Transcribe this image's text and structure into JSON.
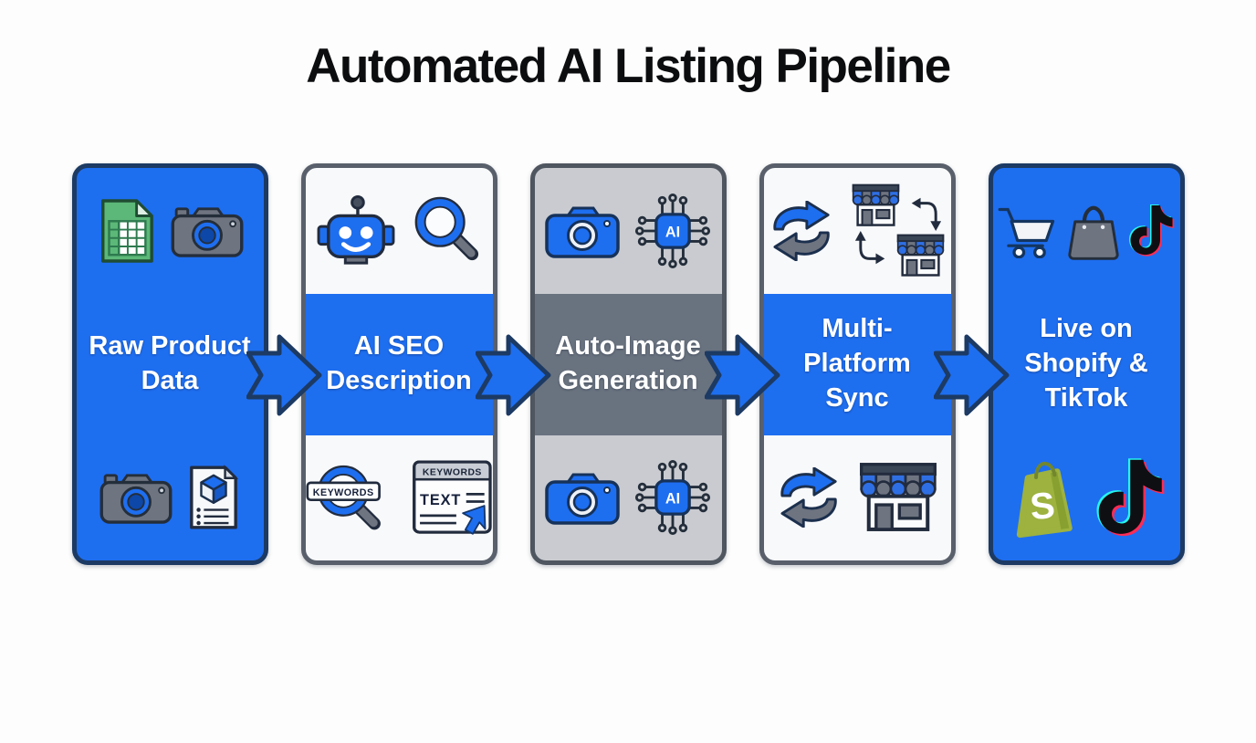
{
  "title": "Automated AI Listing Pipeline",
  "stages": [
    {
      "label": "Raw Product Data",
      "icons_top": [
        "spreadsheet-icon",
        "camera-icon"
      ],
      "icons_bottom": [
        "camera-icon",
        "product-document-icon"
      ]
    },
    {
      "label": "AI SEO Description",
      "icons_top": [
        "robot-icon",
        "magnifier-icon"
      ],
      "icons_bottom": [
        "keywords-magnifier-icon",
        "keywords-text-icon"
      ]
    },
    {
      "label": "Auto-Image Generation",
      "icons_top": [
        "camera-icon",
        "ai-chip-icon"
      ],
      "icons_bottom": [
        "camera-icon",
        "ai-chip-icon"
      ]
    },
    {
      "label": "Multi-Platform Sync",
      "icons_top": [
        "sync-arrows-icon",
        "storefront-pair-icon"
      ],
      "icons_bottom": [
        "sync-arrows-icon",
        "storefront-icon"
      ]
    },
    {
      "label": "Live on Shopify & TikTok",
      "icons_top": [
        "cart-icon",
        "shopping-bag-icon",
        "tiktok-icon"
      ],
      "icons_bottom": [
        "shopify-icon",
        "tiktok-icon"
      ]
    }
  ],
  "icon_labels": {
    "ai": "AI",
    "keywords": "KEYWORDS",
    "keywords2": "KEYWORDS",
    "text": "TEXT",
    "shopify_s": "S"
  },
  "colors": {
    "accent_blue": "#1e6ef0",
    "navy_outline": "#1b3a66",
    "slate_band": "#69727f",
    "gray_card": "#c9cbd0",
    "icon_gray": "#6e7480",
    "spreadsheet_green": "#5cb878",
    "shopify_green": "#9db23f",
    "tiktok_cyan": "#25f4ee",
    "tiktok_red": "#fe2c55",
    "background": "#fdfdfd"
  }
}
